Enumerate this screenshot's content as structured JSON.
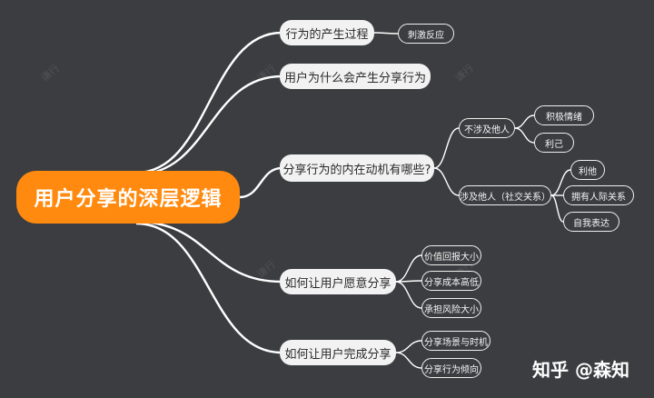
{
  "root": {
    "label": "用户分享的深层逻辑"
  },
  "branches": [
    {
      "label": "行为的产生过程",
      "children": [
        {
          "label": "刺激反应"
        }
      ]
    },
    {
      "label": "用户为什么会产生分享行为",
      "children": []
    },
    {
      "label": "分享行为的内在动机有哪些?",
      "children": [
        {
          "label": "不涉及他人",
          "children": [
            {
              "label": "积极情绪"
            },
            {
              "label": "利己"
            }
          ]
        },
        {
          "label": "涉及他人（社交关系）",
          "children": [
            {
              "label": "利他"
            },
            {
              "label": "拥有人际关系"
            },
            {
              "label": "自我表达"
            }
          ]
        }
      ]
    },
    {
      "label": "如何让用户愿意分享",
      "children": [
        {
          "label": "价值回报大小"
        },
        {
          "label": "分享成本高低"
        },
        {
          "label": "承担风险大小"
        }
      ]
    },
    {
      "label": "如何让用户完成分享",
      "children": [
        {
          "label": "分享场景与时机"
        },
        {
          "label": "分享行为倾向"
        }
      ]
    }
  ],
  "watermark": "谦行",
  "brand": "知乎 @森知",
  "colors": {
    "background": "#3b3d40",
    "root": "#ff8a0f",
    "line": "#ffffff"
  }
}
